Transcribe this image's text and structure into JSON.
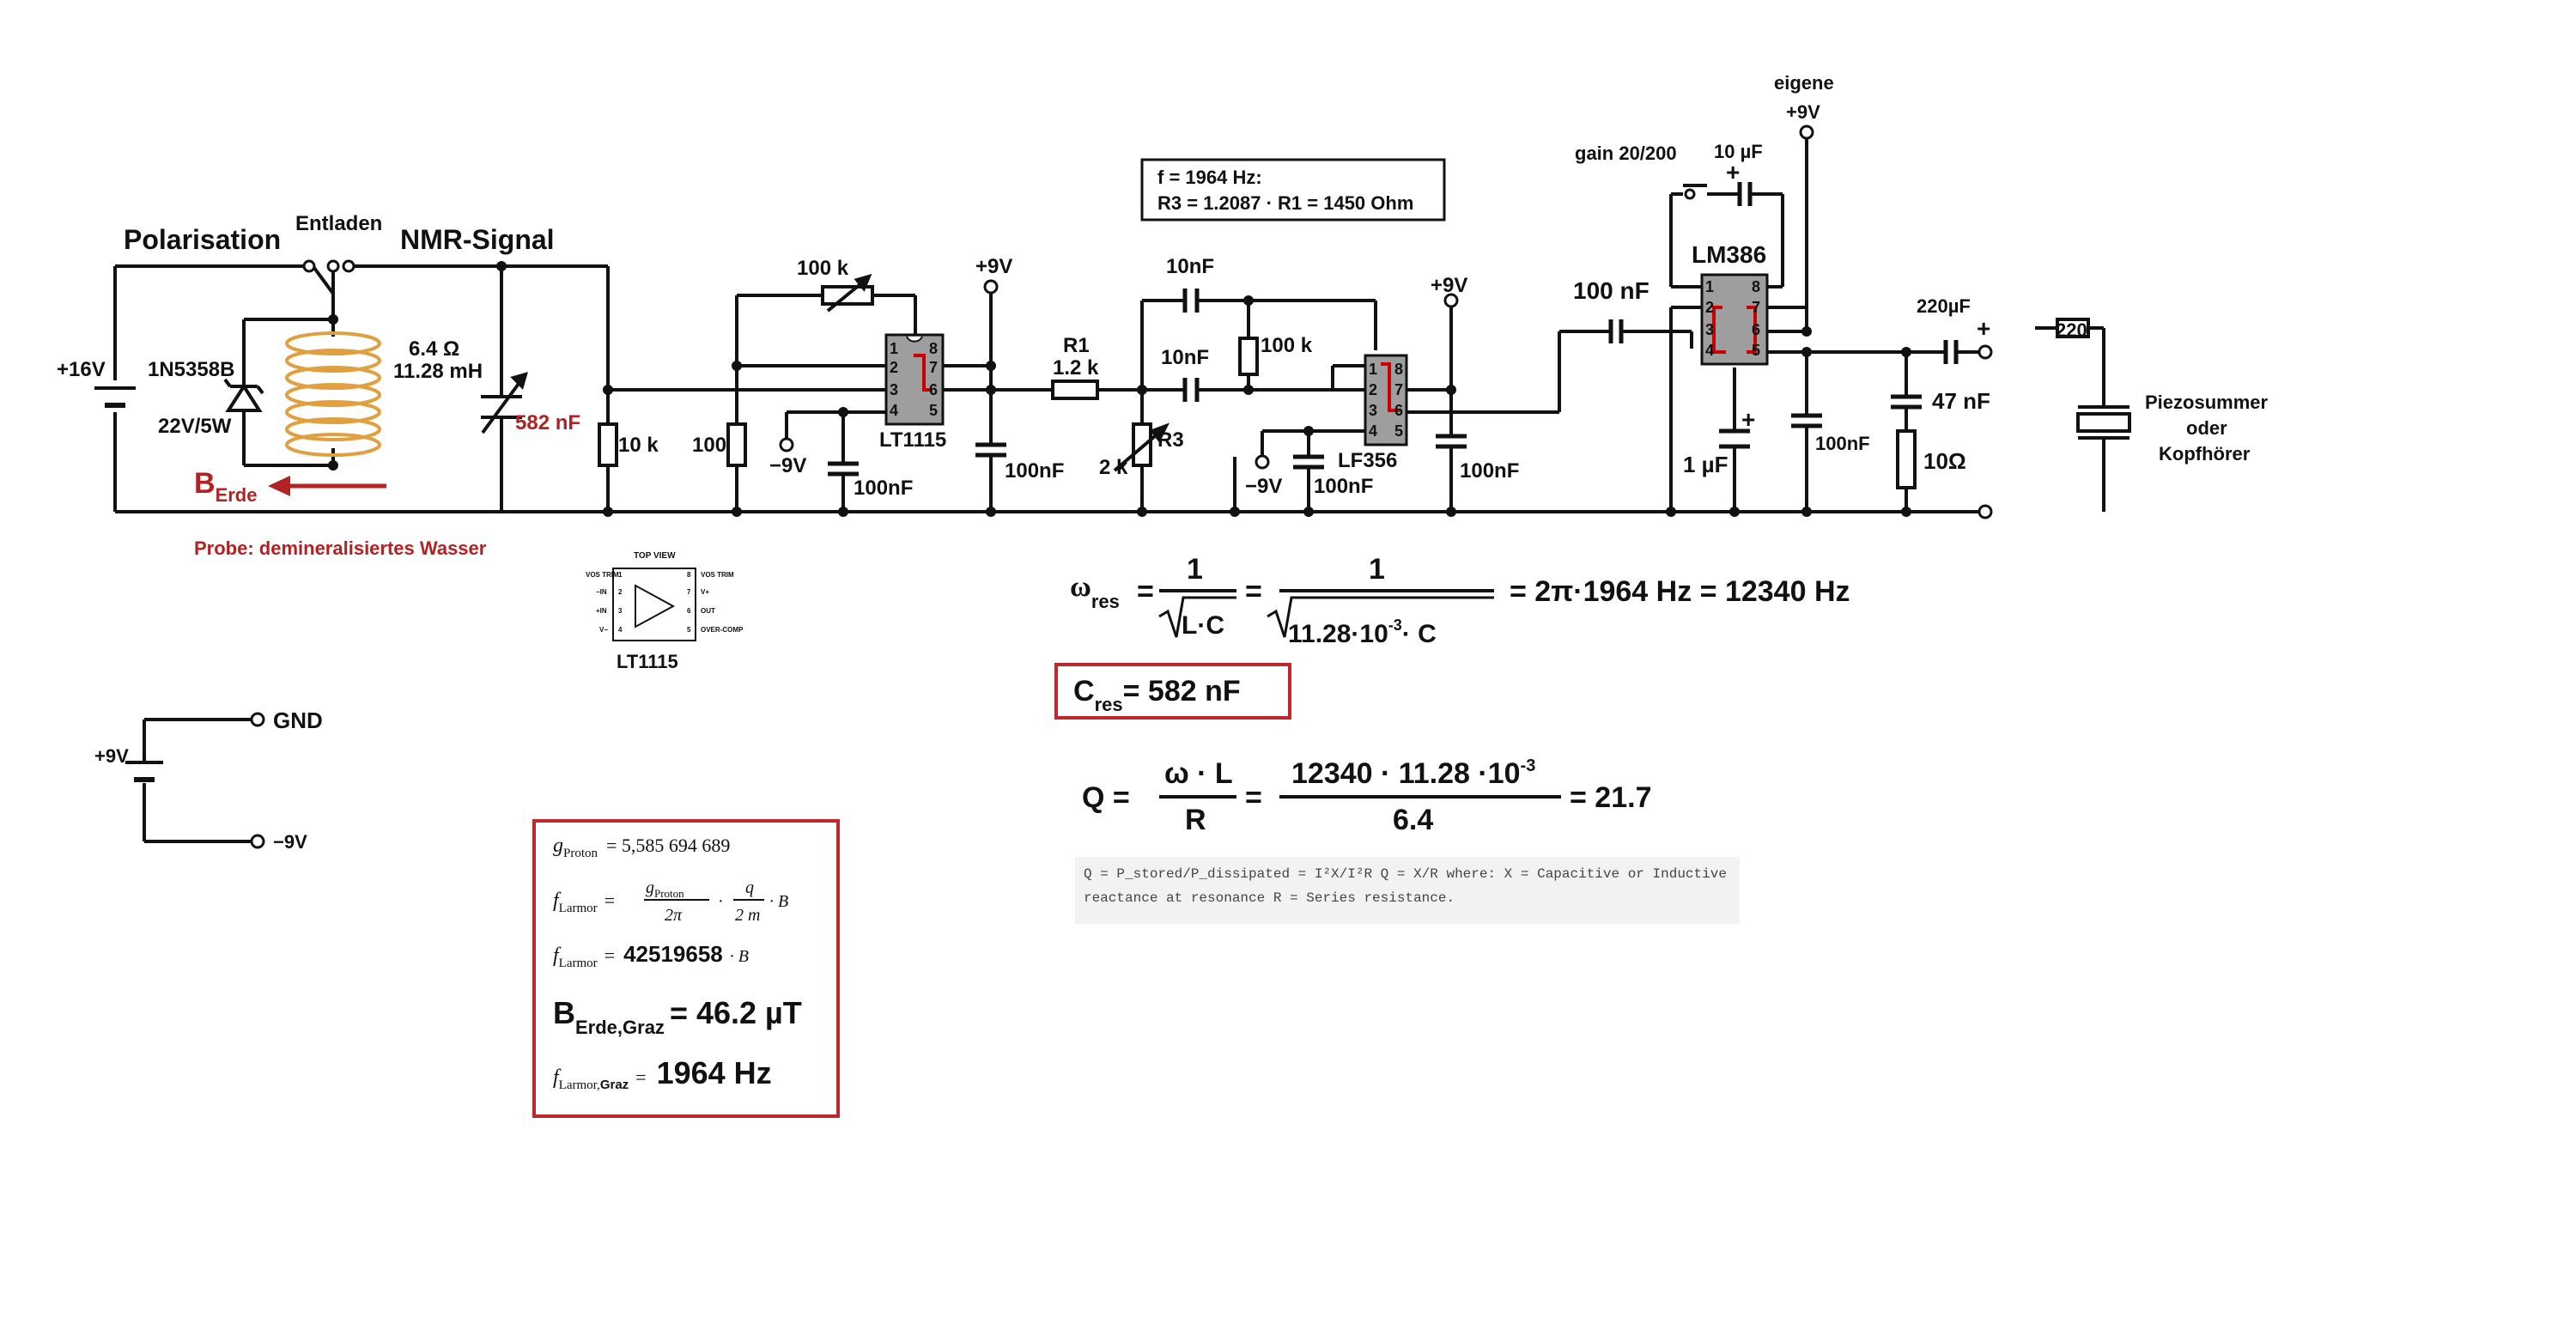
{
  "colors": {
    "wire": "#111111",
    "accent": "#b22222",
    "coil": "#e0a040",
    "chip": "#9e9e9e",
    "box": "#c0272d"
  },
  "labels": {
    "polarisation": "Polarisation",
    "entladen": "Entladen",
    "nmr_signal": "NMR-Signal",
    "supply_16v": "+16V",
    "zener": "1N5358B",
    "zener_rating": "22V/5W",
    "coil_res": "6.4 Ω",
    "coil_ind": "11.28 mH",
    "cap_582": "582 nF",
    "b_erde_main": "B",
    "b_erde_sub": "Erde",
    "probe": "Probe: demineralisiertes Wasser",
    "r_10k": "10 k",
    "r_100": "100",
    "r_100k_fb": "100 k",
    "minus9v_a": "−9V",
    "c_100nf_a": "100nF",
    "lt1115": "LT1115",
    "plus9v_a": "+9V",
    "c_100nf_b": "100nF",
    "r1_name": "R1",
    "r1_val": "1.2 k",
    "r3_name": "R3",
    "r3_val": "2 k",
    "c_10nf_top": "10nF",
    "c_10nf_mid": "10nF",
    "r_100k_b": "100 k",
    "lf356": "LF356",
    "minus9v_b": "−9V",
    "c_100nf_c": "100nF",
    "plus9v_b": "+9V",
    "c_100nf_d": "100nF",
    "freq_box_line1": "f = 1964 Hz:",
    "freq_box_line2": "R3 = 1.2087 · R1 = 1450 Ohm",
    "c_100nf_in": "100 nF",
    "lm386": "LM386",
    "gain": "gain 20/200",
    "c_10uf": "10 µF",
    "eigene": "eigene",
    "plus9v_c": "+9V",
    "c_1uf": "1 µF",
    "c_100nf_e": "100nF",
    "c_220uf": "220µF",
    "c_47nf": "47 nF",
    "r_10": "10Ω",
    "r_220": "220",
    "piezo1": "Piezosummer",
    "piezo2": "oder",
    "piezo3": "Kopfhörer",
    "batt_plus9v": "+9V",
    "gnd": "GND",
    "minus9v_out": "−9V",
    "pinout_title": "TOP VIEW",
    "pinout_name": "LT1115"
  },
  "pinout": {
    "left": [
      "VOS TRIM",
      "−IN",
      "+IN",
      "V−"
    ],
    "right": [
      "VOS TRIM",
      "V+",
      "OUT",
      "OVER-COMP"
    ],
    "pins_left": [
      "1",
      "2",
      "3",
      "4"
    ],
    "pins_right": [
      "8",
      "7",
      "6",
      "5"
    ]
  },
  "chip_pins": {
    "left": [
      "1",
      "2",
      "3",
      "4"
    ],
    "right": [
      "8",
      "7",
      "6",
      "5"
    ]
  },
  "eq": {
    "omega": "ω",
    "omega_sub": "res",
    "one": "1",
    "lc": "L·C",
    "denom": "11.28·10",
    "exp": "-3",
    "c": "· C",
    "result": "= 2π·1964 Hz = 12340 Hz",
    "cres": "C",
    "cres_sub": "res",
    "cres_val": "= 582 nF",
    "q_left": "Q =",
    "q_num": "ω · L",
    "q_den": "R",
    "q_num2": "12340 · 11.28 ·10",
    "q_exp": "-3",
    "q_den2": "6.4",
    "q_res": "= 21.7"
  },
  "note": {
    "line1": "Q = P_stored/P_dissipated = I²X/I²R Q = X/R where: X = Capacitive or Inductive",
    "line2": "reactance at resonance R = Series resistance."
  },
  "larmor": {
    "g_label": "g",
    "g_sub": "Proton",
    "g_val": "= 5,585 694 689",
    "f_label": "f",
    "f_sub": "Larmor",
    "f_eq": "=",
    "g_frac": "g",
    "g_frac_sub": "Proton",
    "two_pi": "2π",
    "q_frac": "q",
    "two_m": "2 m",
    "dotB": "· B",
    "f_num": "42519658",
    "f_B": "· B",
    "b_main": "B",
    "b_sub": "Erde,Graz",
    "b_val": "= 46.2 µT",
    "f_sub2": "Larmor,",
    "f_sub3": "Graz",
    "f_val": "1964 Hz"
  }
}
